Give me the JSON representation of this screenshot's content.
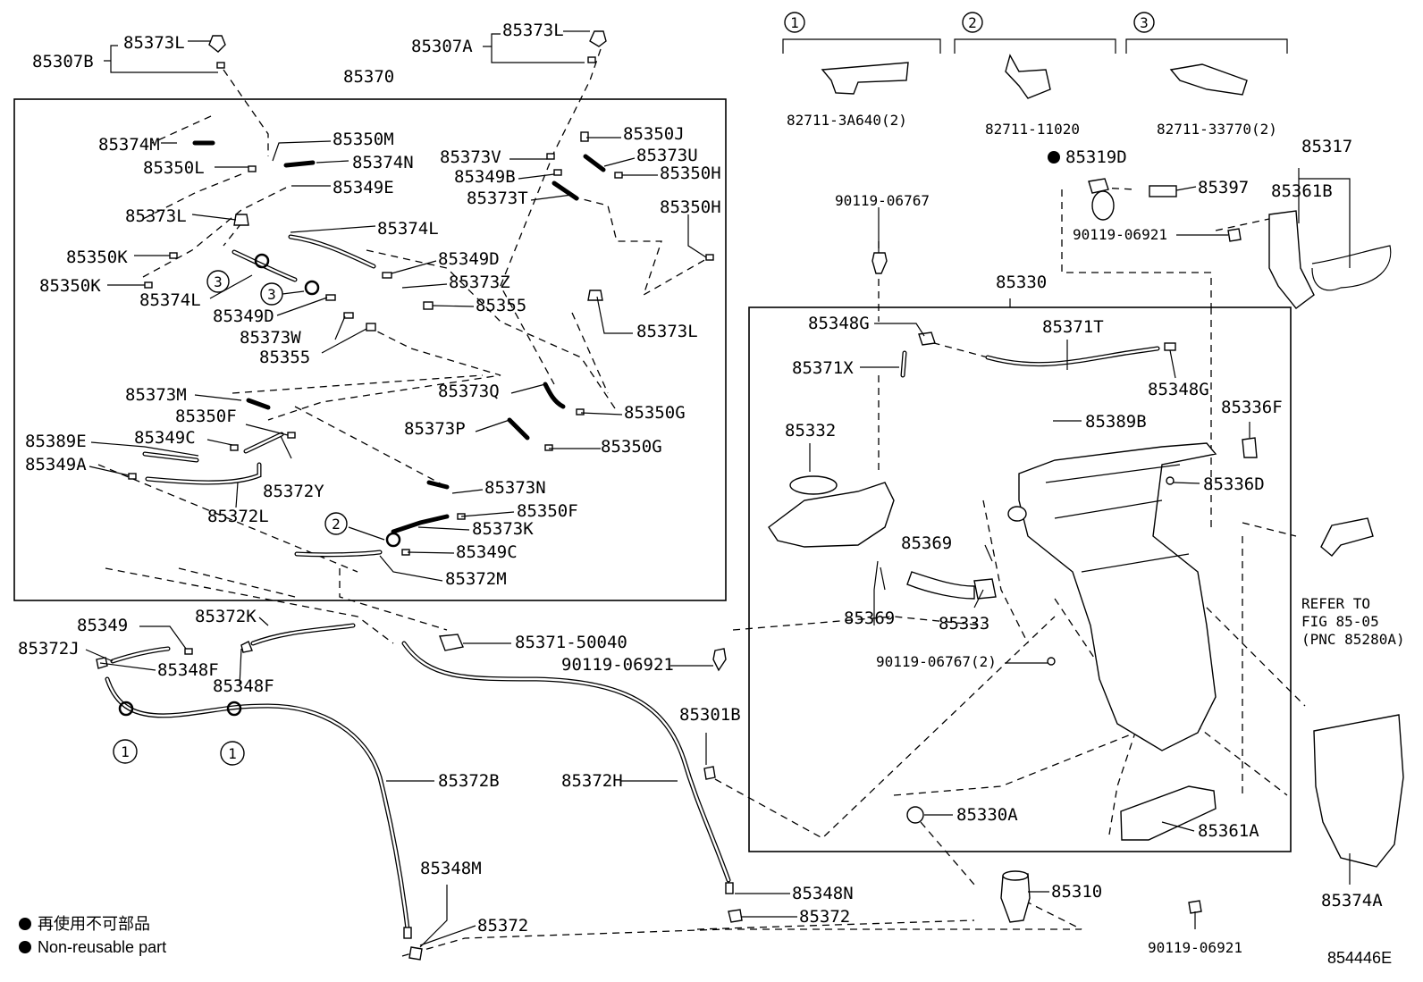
{
  "diagram": {
    "callouts": [
      {
        "id": "c1",
        "text": "85307B"
      },
      {
        "id": "c2",
        "text": "85373L"
      },
      {
        "id": "c3",
        "text": "85307A"
      },
      {
        "id": "c4",
        "text": "85373L"
      },
      {
        "id": "c5",
        "text": "85370"
      },
      {
        "id": "c6",
        "text": "85374M"
      },
      {
        "id": "c7",
        "text": "85350M"
      },
      {
        "id": "c8",
        "text": "85350L"
      },
      {
        "id": "c9",
        "text": "85374N"
      },
      {
        "id": "c10",
        "text": "85349E"
      },
      {
        "id": "c11",
        "text": "85373L"
      },
      {
        "id": "c12",
        "text": "85374L"
      },
      {
        "id": "c13",
        "text": "85350K"
      },
      {
        "id": "c14",
        "text": "85350K"
      },
      {
        "id": "c15",
        "text": "85374L"
      },
      {
        "id": "c16",
        "text": "85349D"
      },
      {
        "id": "c17",
        "text": "85373W"
      },
      {
        "id": "c18",
        "text": "85355"
      },
      {
        "id": "c19",
        "text": "85349D"
      },
      {
        "id": "c20",
        "text": "85373Z"
      },
      {
        "id": "c21",
        "text": "85355"
      },
      {
        "id": "c22",
        "text": "85350J"
      },
      {
        "id": "c23",
        "text": "85373V"
      },
      {
        "id": "c24",
        "text": "85373U"
      },
      {
        "id": "c25",
        "text": "85349B"
      },
      {
        "id": "c26",
        "text": "85350H"
      },
      {
        "id": "c27",
        "text": "85373T"
      },
      {
        "id": "c28",
        "text": "85350H"
      },
      {
        "id": "c29",
        "text": "85373L"
      },
      {
        "id": "c30",
        "text": "85373M"
      },
      {
        "id": "c31",
        "text": "85350F"
      },
      {
        "id": "c32",
        "text": "85389E"
      },
      {
        "id": "c33",
        "text": "85349C"
      },
      {
        "id": "c34",
        "text": "85349A"
      },
      {
        "id": "c35",
        "text": "85372Y"
      },
      {
        "id": "c36",
        "text": "85372L"
      },
      {
        "id": "c37",
        "text": "85373Q"
      },
      {
        "id": "c38",
        "text": "85350G"
      },
      {
        "id": "c39",
        "text": "85373P"
      },
      {
        "id": "c40",
        "text": "85350G"
      },
      {
        "id": "c41",
        "text": "85373N"
      },
      {
        "id": "c42",
        "text": "85350F"
      },
      {
        "id": "c43",
        "text": "85373K"
      },
      {
        "id": "c44",
        "text": "85349C"
      },
      {
        "id": "c45",
        "text": "85372M"
      },
      {
        "id": "c46",
        "text": "85349"
      },
      {
        "id": "c47",
        "text": "85372K"
      },
      {
        "id": "c48",
        "text": "85372J"
      },
      {
        "id": "c49",
        "text": "85348F"
      },
      {
        "id": "c50",
        "text": "85348F"
      },
      {
        "id": "c51",
        "text": "85371-50040"
      },
      {
        "id": "c52",
        "text": "90119-06921"
      },
      {
        "id": "c53",
        "text": "85301B"
      },
      {
        "id": "c54",
        "text": "85372B"
      },
      {
        "id": "c55",
        "text": "85372H"
      },
      {
        "id": "c56",
        "text": "85348M"
      },
      {
        "id": "c57",
        "text": "85372"
      },
      {
        "id": "c58",
        "text": "85348N"
      },
      {
        "id": "c59",
        "text": "85372"
      },
      {
        "id": "c60",
        "text": "82711-3A640(2)"
      },
      {
        "id": "c61",
        "text": "82711-11020"
      },
      {
        "id": "c62",
        "text": "82711-33770(2)"
      },
      {
        "id": "c63",
        "text": "85319D"
      },
      {
        "id": "c64",
        "text": "85317"
      },
      {
        "id": "c65",
        "text": "90119-06767"
      },
      {
        "id": "c66",
        "text": "85397"
      },
      {
        "id": "c67",
        "text": "85361B"
      },
      {
        "id": "c68",
        "text": "90119-06921"
      },
      {
        "id": "c69",
        "text": "85330"
      },
      {
        "id": "c70",
        "text": "85348G"
      },
      {
        "id": "c71",
        "text": "85371T"
      },
      {
        "id": "c72",
        "text": "85371X"
      },
      {
        "id": "c73",
        "text": "85348G"
      },
      {
        "id": "c74",
        "text": "85336F"
      },
      {
        "id": "c75",
        "text": "85389B"
      },
      {
        "id": "c76",
        "text": "85332"
      },
      {
        "id": "c77",
        "text": "85336D"
      },
      {
        "id": "c78",
        "text": "85369"
      },
      {
        "id": "c79",
        "text": "85369"
      },
      {
        "id": "c80",
        "text": "85333"
      },
      {
        "id": "c81",
        "text": "90119-06767(2)"
      },
      {
        "id": "c82",
        "text": "85330A"
      },
      {
        "id": "c83",
        "text": "85361A"
      },
      {
        "id": "c84",
        "text": "85310"
      },
      {
        "id": "c85",
        "text": "90119-06921"
      },
      {
        "id": "c86",
        "text": "85374A"
      }
    ],
    "circle_refs": [
      "1",
      "2",
      "3",
      "3",
      "3",
      "2",
      "1",
      "1"
    ],
    "refer": {
      "line1": "REFER TO",
      "line2": "FIG 85-05",
      "line3": "(PNC 85280A)"
    },
    "legend": {
      "jp": "再使用不可部品",
      "en": "Non-reusable part"
    },
    "figure_id": "854446E"
  }
}
